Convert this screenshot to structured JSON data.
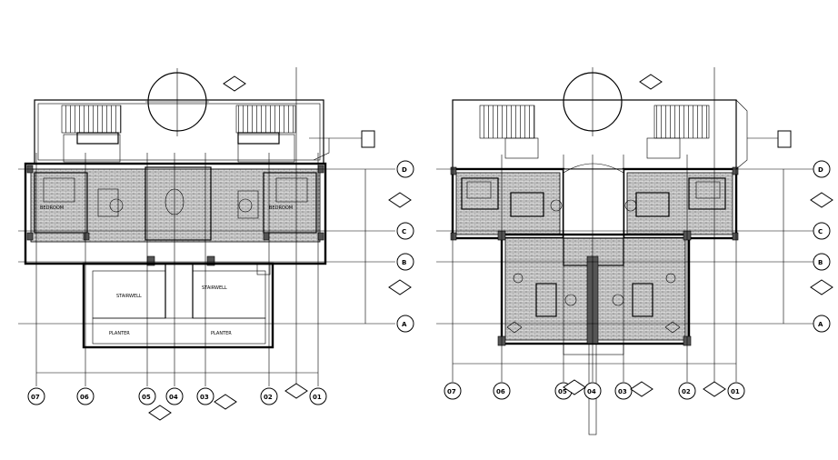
{
  "plan_left": {
    "room_labels": [
      "STAIRWELL",
      "STAIRWELL",
      "PLANTER",
      "PLANTER"
    ],
    "column_grid": [
      "07",
      "06",
      "05",
      "04",
      "03",
      "02",
      "01"
    ],
    "row_grid": [
      "D",
      "C",
      "B",
      "A"
    ]
  },
  "plan_right": {
    "column_grid": [
      "07",
      "06",
      "05",
      "04",
      "03",
      "02",
      "01"
    ],
    "row_grid": [
      "D",
      "C",
      "B",
      "A"
    ]
  }
}
